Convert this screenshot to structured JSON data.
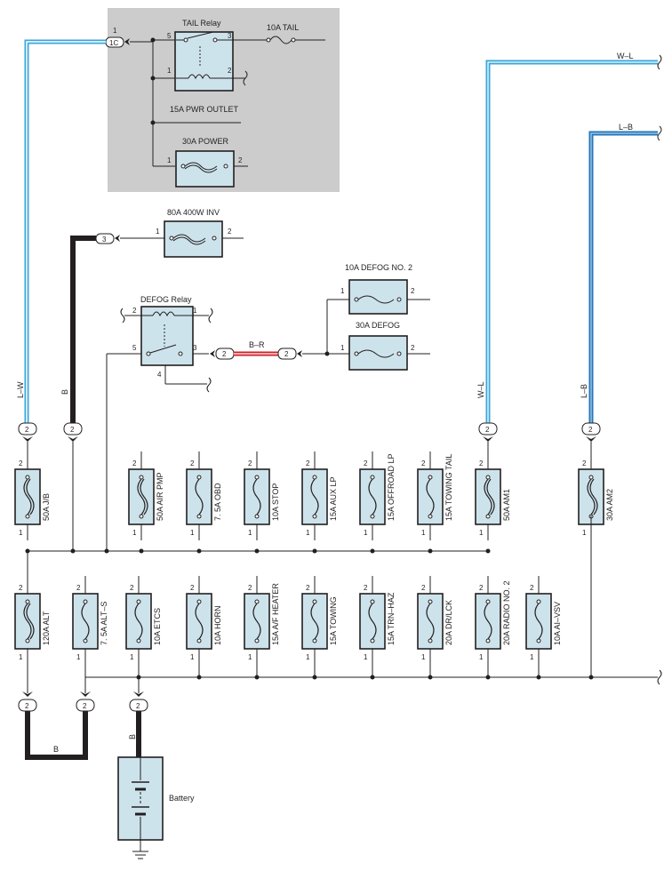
{
  "relay_panel": {
    "relay_name": "TAIL Relay",
    "relay_pins": [
      "5",
      "3",
      "1",
      "2"
    ],
    "connector_id": "1C",
    "connector_pin": "1",
    "tail_fuse": "10A TAIL",
    "pwr_outlet_fuse": "15A PWR OUTLET",
    "power_fuse": "30A POWER",
    "power_fuse_pins": [
      "1",
      "2"
    ]
  },
  "inverter": {
    "fuse": "80A 400W INV",
    "connector_id": "3",
    "pins": [
      "1",
      "2"
    ]
  },
  "defog": {
    "relay_name": "DEFOG Relay",
    "relay_pins": [
      "2",
      "1",
      "5",
      "3",
      "4"
    ],
    "fuse_no2": "10A DEFOG NO. 2",
    "fuse_no2_pins": [
      "1",
      "2"
    ],
    "fuse_main": "30A DEFOG",
    "fuse_main_pins": [
      "1",
      "2"
    ],
    "connector_left": "2",
    "connector_right": "2",
    "wire_color": "B–R"
  },
  "wires": {
    "lw": "L–W",
    "b": "B",
    "wl_left": "W–L",
    "wl_top": "W–L",
    "lb_left": "L–B",
    "lb_top": "L–B",
    "alt_ground": "B",
    "battery": "B"
  },
  "connector_pins": {
    "c1": "2",
    "c2": "2",
    "c3": "2",
    "c4": "2",
    "c5": "2",
    "c6": "2",
    "c7": "2"
  },
  "top_row_fuses": [
    {
      "label": "50A J/B",
      "top_pin": "2",
      "bottom_pin": "1"
    },
    {
      "label": "50A AIR PMP",
      "top_pin": "2",
      "bottom_pin": "1"
    },
    {
      "label": "7. 5A OBD",
      "top_pin": "2",
      "bottom_pin": "1"
    },
    {
      "label": "10A STOP",
      "top_pin": "2",
      "bottom_pin": "1"
    },
    {
      "label": "15A AUX LP",
      "top_pin": "2",
      "bottom_pin": "1"
    },
    {
      "label": "15A OFFROAD LP",
      "top_pin": "2",
      "bottom_pin": "1"
    },
    {
      "label": "15A TOWING TAIL",
      "top_pin": "2",
      "bottom_pin": "1"
    },
    {
      "label": "50A AM1",
      "top_pin": "2",
      "bottom_pin": "1"
    },
    {
      "label": "30A AM2",
      "top_pin": "2",
      "bottom_pin": "1"
    }
  ],
  "bottom_row_fuses": [
    {
      "label": "120A ALT",
      "top_pin": "2",
      "bottom_pin": "1"
    },
    {
      "label": "7. 5A ALT–S",
      "top_pin": "2",
      "bottom_pin": "1"
    },
    {
      "label": "10A ETCS",
      "top_pin": "2",
      "bottom_pin": "1"
    },
    {
      "label": "10A HORN",
      "top_pin": "2",
      "bottom_pin": "1"
    },
    {
      "label": "15A A/F HEATER",
      "top_pin": "2",
      "bottom_pin": "1"
    },
    {
      "label": "15A TOWING",
      "top_pin": "2",
      "bottom_pin": "1"
    },
    {
      "label": "15A TRN–HAZ",
      "top_pin": "2",
      "bottom_pin": "1"
    },
    {
      "label": "20A DR/LCK",
      "top_pin": "2",
      "bottom_pin": "1"
    },
    {
      "label": "20A RADIO NO. 2",
      "top_pin": "2",
      "bottom_pin": "1"
    },
    {
      "label": "10A AI–VSV",
      "top_pin": "2",
      "bottom_pin": "1"
    }
  ],
  "battery": {
    "label": "Battery"
  },
  "colors": {
    "box_fill": "#cde3ec",
    "panel_fill": "#cccccc",
    "wire_blue": "#3aa7d9",
    "wire_red": "#d0202a",
    "wire_black": "#231f20"
  }
}
